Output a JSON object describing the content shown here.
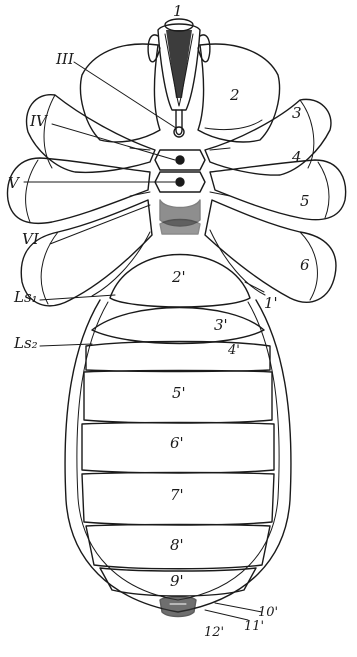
{
  "figure": {
    "labels": {
      "seg_1": "1",
      "seg_2": "2",
      "seg_3": "3",
      "seg_4": "4",
      "seg_5": "5",
      "seg_6": "6",
      "roman_3": "III",
      "roman_4": "IV",
      "roman_5": "V",
      "roman_6": "VI",
      "abd_1": "1'",
      "abd_2": "2'",
      "abd_3": "3'",
      "abd_4": "4'",
      "abd_5": "5'",
      "abd_6": "6'",
      "abd_7": "7'",
      "abd_8": "8'",
      "abd_9": "9'",
      "abd_10": "10'",
      "abd_11": "11'",
      "abd_12": "12'",
      "ls1": "Ls₁",
      "ls2": "Ls₂"
    },
    "colors": {
      "ink": "#1a1a1a",
      "paper": "#ffffff",
      "shade": "#333333"
    }
  }
}
